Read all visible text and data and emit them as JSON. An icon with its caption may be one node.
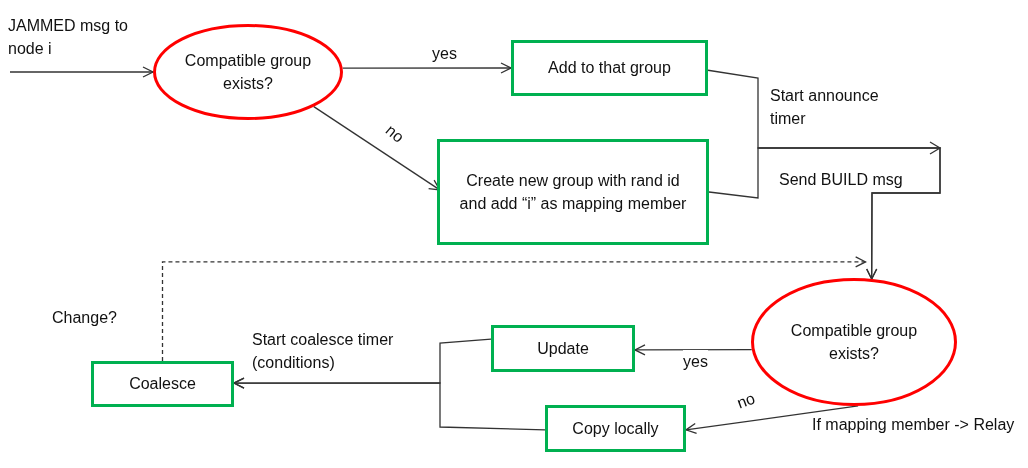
{
  "diagram": {
    "nodes": [
      {
        "text": [
          "JAMMED msg to node i"
        ]
      },
      {
        "text": [
          "Compatible group exists?"
        ]
      },
      {
        "text": [
          "Add to that group"
        ]
      },
      {
        "text": [
          "Create new group with rand id and add “i” as mapping member"
        ]
      },
      {
        "text": [
          "Compatible group exists?"
        ]
      },
      {
        "text": [
          "Update"
        ]
      },
      {
        "text": [
          "Copy locally"
        ]
      },
      {
        "text": [
          "Coalesce"
        ]
      }
    ],
    "edges": [
      {
        "from": 0,
        "to": 1,
        "arrow": "to"
      },
      {
        "from": 1,
        "to": 2,
        "arrow": "to",
        "label": "yes"
      },
      {
        "from": 1,
        "to": 3,
        "arrow": "to",
        "label": "no"
      },
      {
        "from": 2,
        "to": 4,
        "arrow": "to"
      },
      {
        "from": 3,
        "to": 4,
        "arrow": "to"
      },
      {
        "from": 4,
        "to": 5,
        "arrow": "to",
        "label": "yes"
      },
      {
        "from": 4,
        "to": 6,
        "arrow": "to",
        "label": "no"
      },
      {
        "from": 5,
        "to": 7,
        "arrow": "to"
      },
      {
        "from": 6,
        "to": 7,
        "arrow": "to"
      },
      {
        "from": 7,
        "to": 4,
        "arrow": "to",
        "label": "Change?",
        "style": "dashed"
      }
    ],
    "labels": [
      "Start announce timer",
      "Send BUILD msg",
      "Start coalesce timer (conditions)",
      "If mapping member -> Relay"
    ]
  }
}
